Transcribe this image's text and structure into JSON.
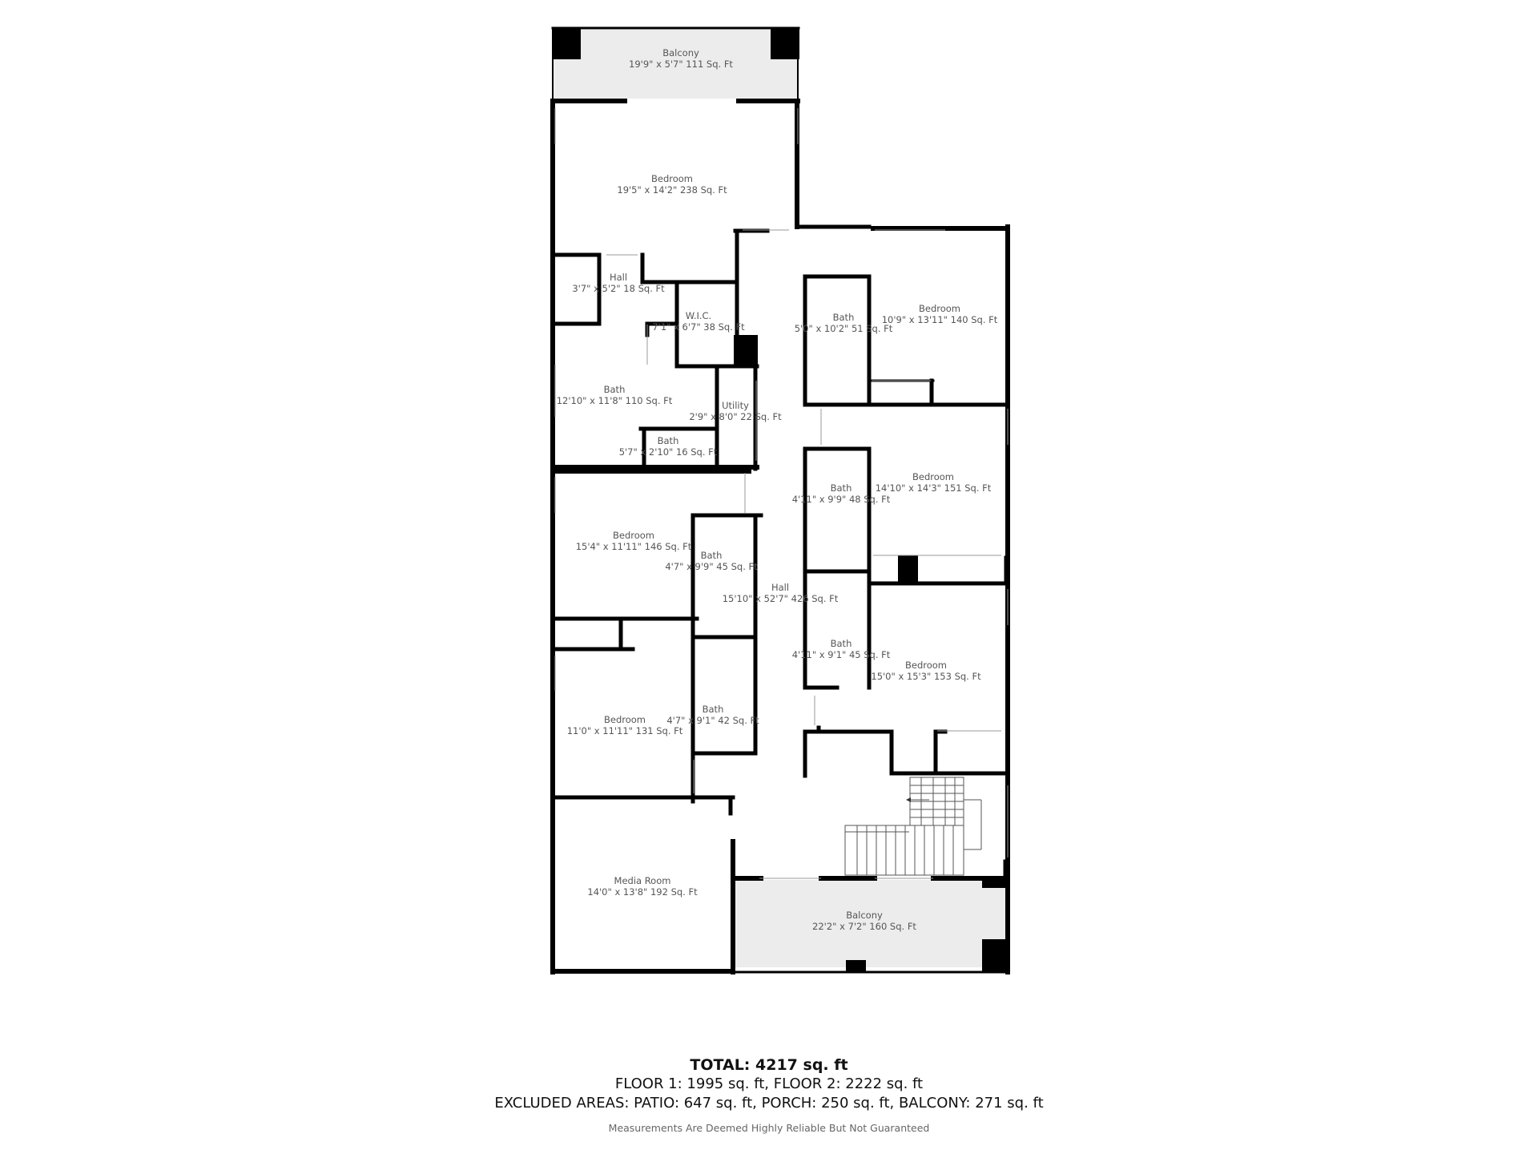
{
  "rooms": {
    "balcony_top": {
      "name": "Balcony",
      "dims": "19'9\" x 5'7\" 111 Sq. Ft"
    },
    "bedroom_main": {
      "name": "Bedroom",
      "dims": "19'5\" x 14'2\" 238 Sq. Ft"
    },
    "hall_small": {
      "name": "Hall",
      "dims": "3'7\" x 5'2\" 18 Sq. Ft"
    },
    "wic": {
      "name": "W.I.C.",
      "dims": "7'1\" x 6'7\" 38 Sq. Ft"
    },
    "bath_main": {
      "name": "Bath",
      "dims": "12'10\" x 11'8\" 110 Sq. Ft"
    },
    "utility": {
      "name": "Utility",
      "dims": "2'9\" x 8'0\" 22 Sq. Ft"
    },
    "bath_small": {
      "name": "Bath",
      "dims": "5'7\" x 2'10\" 16 Sq. Ft"
    },
    "bath_ne": {
      "name": "Bath",
      "dims": "5'0\" x 10'2\" 51 Sq. Ft"
    },
    "bedroom_ne": {
      "name": "Bedroom",
      "dims": "10'9\" x 13'11\" 140 Sq. Ft"
    },
    "bedroom_e": {
      "name": "Bedroom",
      "dims": "14'10\" x 14'3\" 151 Sq. Ft"
    },
    "bath_e1": {
      "name": "Bath",
      "dims": "4'11\" x 9'9\" 48 Sq. Ft"
    },
    "bedroom_w": {
      "name": "Bedroom",
      "dims": "15'4\" x 11'11\" 146 Sq. Ft"
    },
    "bath_w1": {
      "name": "Bath",
      "dims": "4'7\" x 9'9\" 45 Sq. Ft"
    },
    "hall_main": {
      "name": "Hall",
      "dims": "15'10\" x 52'7\" 426 Sq. Ft"
    },
    "bath_e2": {
      "name": "Bath",
      "dims": "4'11\" x 9'1\" 45 Sq. Ft"
    },
    "bedroom_se": {
      "name": "Bedroom",
      "dims": "15'0\" x 15'3\" 153 Sq. Ft"
    },
    "bedroom_sw": {
      "name": "Bedroom",
      "dims": "11'0\" x 11'11\" 131 Sq. Ft"
    },
    "bath_w2": {
      "name": "Bath",
      "dims": "4'7\" x 9'1\" 42 Sq. Ft"
    },
    "media_room": {
      "name": "Media Room",
      "dims": "14'0\" x 13'8\" 192 Sq. Ft"
    },
    "balcony_bottom": {
      "name": "Balcony",
      "dims": "22'2\" x 7'2\" 160 Sq. Ft"
    }
  },
  "summary": {
    "total": "TOTAL: 4217 sq. ft",
    "floors": "FLOOR 1: 1995 sq. ft, FLOOR 2: 2222 sq. ft",
    "excluded": "EXCLUDED AREAS: PATIO: 647 sq. ft, PORCH: 250 sq. ft, BALCONY: 271 sq. ft",
    "disclaimer": "Measurements Are Deemed Highly Reliable But Not Guaranteed"
  },
  "colors": {
    "wall": "#000000",
    "balcony_fill": "#ececec",
    "label": "#555555"
  }
}
